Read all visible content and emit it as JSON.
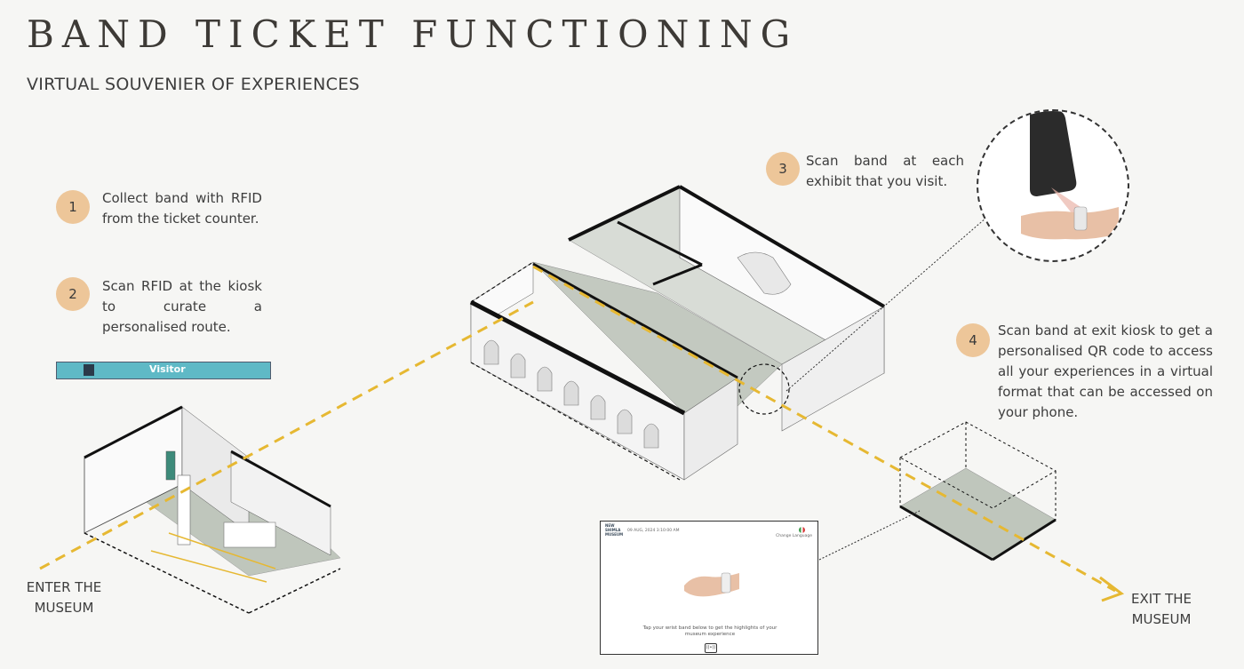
{
  "title": "BAND TICKET FUNCTIONING",
  "subtitle": "VIRTUAL SOUVENIER OF EXPERIENCES",
  "steps": [
    {
      "number": "1",
      "text": "Collect band with RFID from the ticket counter."
    },
    {
      "number": "2",
      "text": "Scan RFID at the kiosk to curate a personalised route."
    },
    {
      "number": "3",
      "text": "Scan band at each exhibit that you visit."
    },
    {
      "number": "4",
      "text": "Scan band at exit kiosk to get a personalised QR code to access all your experiences in a virtual format that can be accessed on your phone."
    }
  ],
  "entrance_label": "ENTER THE MUSEUM",
  "exit_label": "EXIT THE MUSEUM",
  "band": {
    "label": "Visitor"
  },
  "kiosk": {
    "brand": "NEW SHIMLA MUSEUM",
    "date_time": "09 AUG, 2024    3:10:00 AM",
    "language": "Change Language",
    "message": "Tap your wrist band below to get the highlights of your museum experience",
    "rfid_symbol": "((•))"
  },
  "colors": {
    "accent": "#edc699",
    "path": "#e6b832",
    "band": "#5fb9c6",
    "floor": "#bfc6bc"
  }
}
